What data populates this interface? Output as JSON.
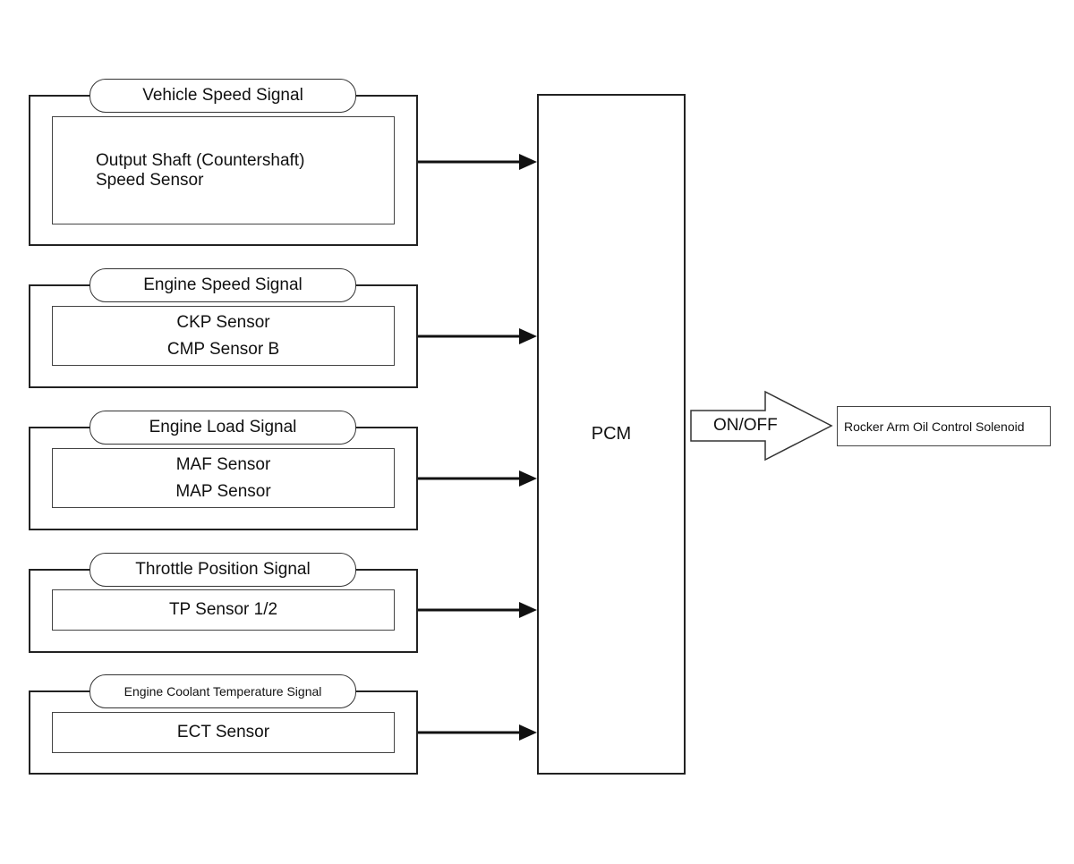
{
  "signals": [
    {
      "label": "Vehicle Speed Signal",
      "sensors": [
        "Output Shaft (Countershaft)",
        "Speed Sensor"
      ]
    },
    {
      "label": "Engine Speed Signal",
      "sensors": [
        "CKP Sensor",
        "CMP Sensor B"
      ]
    },
    {
      "label": "Engine Load Signal",
      "sensors": [
        "MAF Sensor",
        "MAP Sensor"
      ]
    },
    {
      "label": "Throttle Position Signal",
      "sensors": [
        "TP Sensor 1/2"
      ]
    },
    {
      "label": "Engine Coolant Temperature Signal",
      "sensors": [
        "ECT Sensor"
      ]
    }
  ],
  "pcm": {
    "label": "PCM"
  },
  "output": {
    "arrow_label": "ON/OFF",
    "device": "Rocker Arm Oil Control Solenoid"
  }
}
